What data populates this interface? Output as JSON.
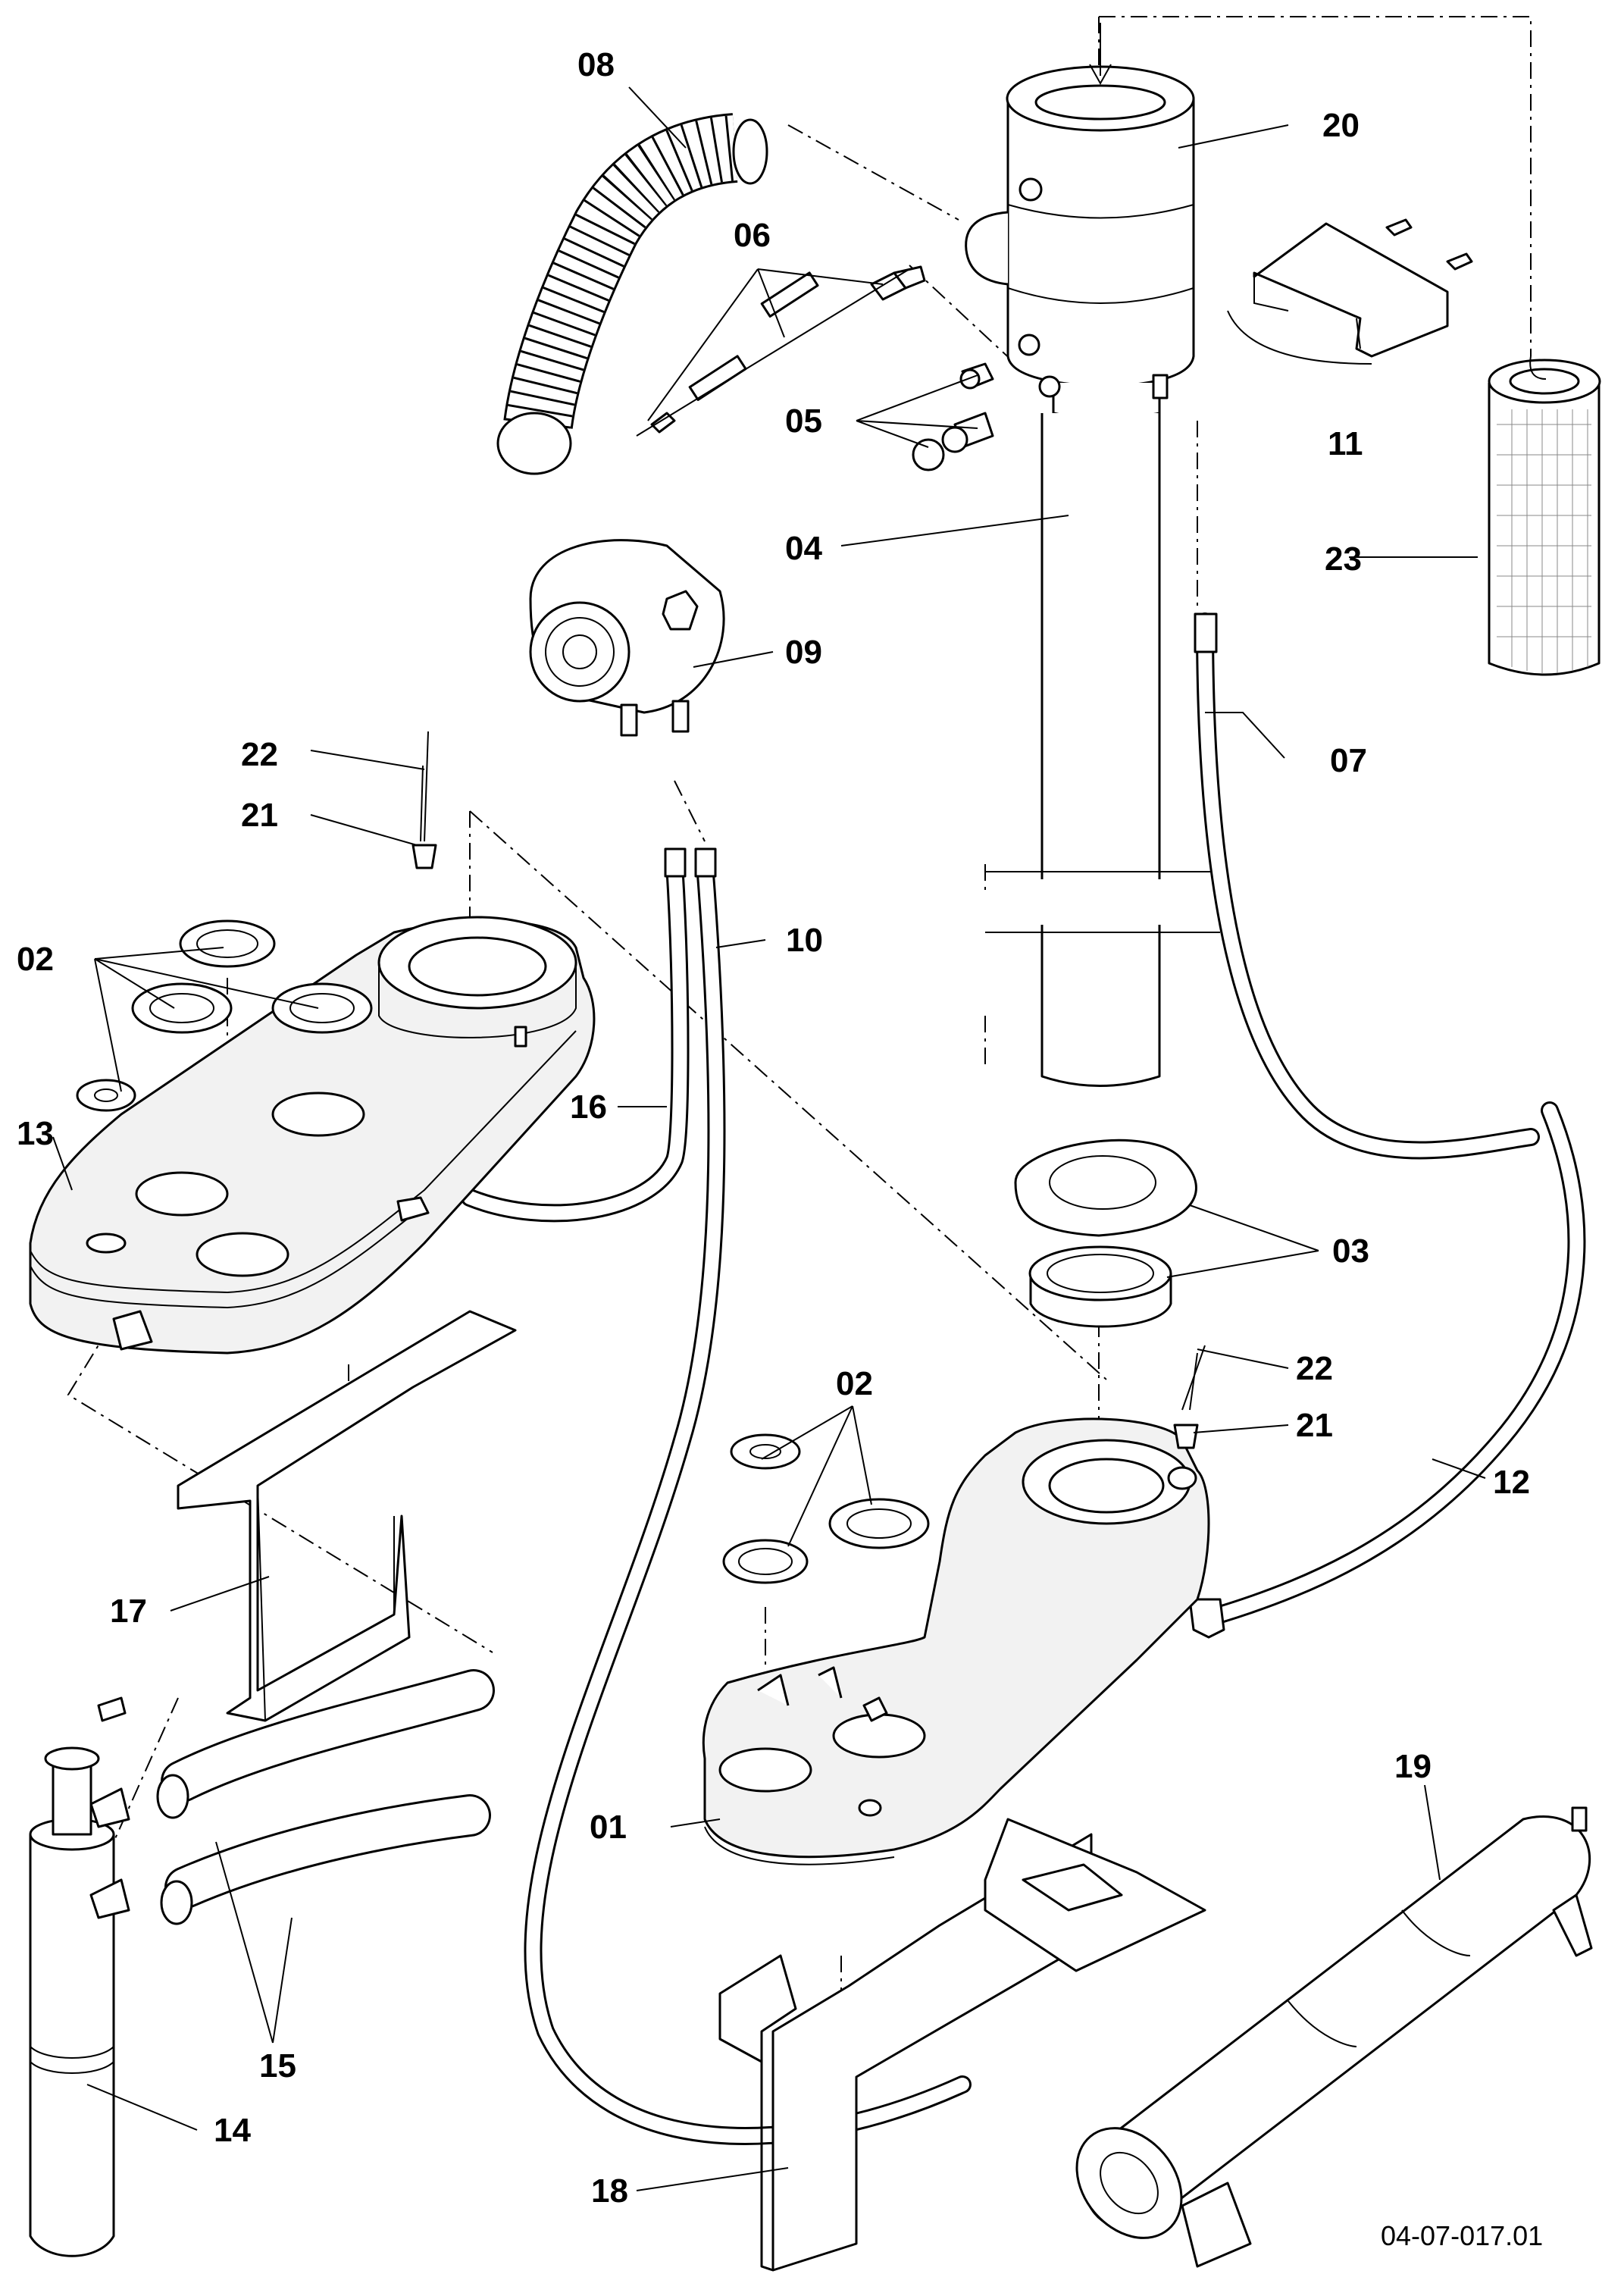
{
  "callouts": {
    "c01": "01",
    "c02a": "02",
    "c02b": "02",
    "c03": "03",
    "c04": "04",
    "c05": "05",
    "c06": "06",
    "c07": "07",
    "c08": "08",
    "c09": "09",
    "c10": "10",
    "c11": "11",
    "c12": "12",
    "c13": "13",
    "c14": "14",
    "c15": "15",
    "c16": "16",
    "c17": "17",
    "c18": "18",
    "c19": "19",
    "c20": "20",
    "c21a": "21",
    "c21b": "21",
    "c22a": "22",
    "c22b": "22",
    "c23": "23"
  },
  "document_ref": "04-07-017.01"
}
